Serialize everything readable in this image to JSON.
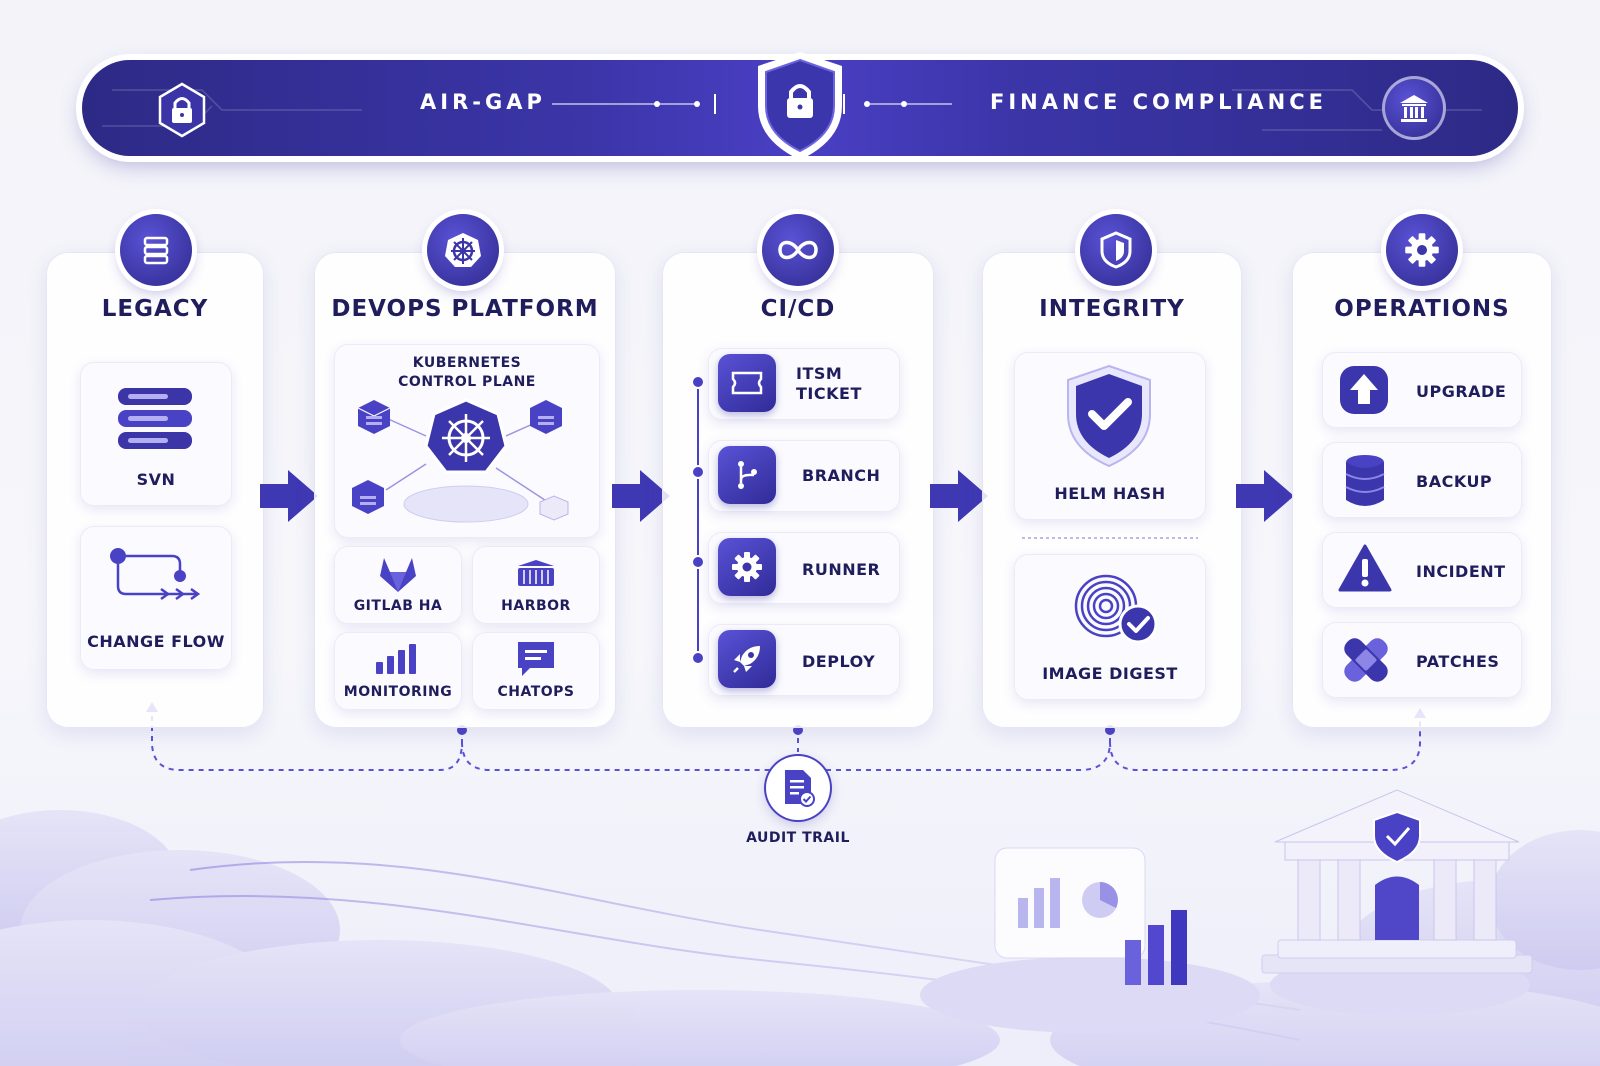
{
  "banner": {
    "left_title": "AIR-GAP",
    "right_title": "FINANCE COMPLIANCE"
  },
  "columns": {
    "legacy": {
      "title": "LEGACY",
      "items": [
        "SVN",
        "CHANGE FLOW"
      ]
    },
    "devops": {
      "title": "DEVOPS PLATFORM",
      "control_plane": "KUBERNETES\nCONTROL PLANE",
      "tiles": [
        "GITLAB HA",
        "HARBOR",
        "MONITORING",
        "CHATOPS"
      ]
    },
    "cicd": {
      "title": "CI/CD",
      "steps": [
        "ITSM\nTICKET",
        "BRANCH",
        "RUNNER",
        "DEPLOY"
      ]
    },
    "integrity": {
      "title": "INTEGRITY",
      "items": [
        "HELM HASH",
        "IMAGE DIGEST"
      ]
    },
    "operations": {
      "title": "OPERATIONS",
      "items": [
        "UPGRADE",
        "BACKUP",
        "INCIDENT",
        "PATCHES"
      ]
    }
  },
  "audit": {
    "label": "AUDIT TRAIL"
  },
  "colors": {
    "primary": "#3b35a8",
    "dark": "#1f1d5c",
    "light": "#eeeefa"
  },
  "icons": [
    "lock-icon",
    "shield-lock-icon",
    "bank-icon",
    "server-icon",
    "helm-icon",
    "infinity-icon",
    "shield-icon",
    "gear-icon",
    "document-check-icon"
  ]
}
